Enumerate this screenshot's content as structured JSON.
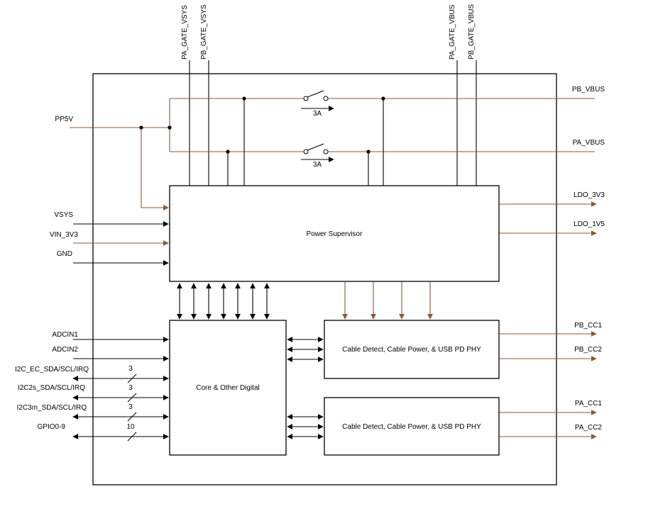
{
  "colors": {
    "power_line": "#8a5a36",
    "signal_line": "#000000",
    "background": "#ffffff"
  },
  "blocks": {
    "power_supervisor": "Power Supervisor",
    "core_digital": "Core & Other Digital",
    "pd_phy_top": "Cable Detect, Cable Power, & USB PD PHY",
    "pd_phy_bottom": "Cable Detect, Cable Power, & USB PD PHY"
  },
  "top_pins": {
    "pa_gate_vsys": "PA_GATE_VSYS",
    "pb_gate_vsys": "PB_GATE_VSYS",
    "pa_gate_vbus": "PA_GATE_VBUS",
    "pb_gate_vbus": "PB_GATE_VBUS"
  },
  "left_pins": {
    "pp5v": "PP5V",
    "vsys": "VSYS",
    "vin_3v3": "VIN_3V3",
    "gnd": "GND",
    "adcin1": "ADCIN1",
    "adcin2": "ADCIN2",
    "i2c_ec": "I2C_EC_SDA/SCL/IRQ",
    "i2c2s": "I2C2s_SDA/SCL/IRQ",
    "i2c3m": "I2C3m_SDA/SCL/IRQ",
    "gpio": "GPIO0-9"
  },
  "bus_widths": {
    "i2c_ec": "3",
    "i2c2s": "3",
    "i2c3m": "3",
    "gpio": "10"
  },
  "right_pins": {
    "pb_vbus": "PB_VBUS",
    "pa_vbus": "PA_VBUS",
    "ldo_3v3": "LDO_3V3",
    "ldo_1v5": "LDO_1V5",
    "pb_cc1": "PB_CC1",
    "pb_cc2": "PB_CC2",
    "pa_cc1": "PA_CC1",
    "pa_cc2": "PA_CC2"
  },
  "switches": {
    "top_current": "3A",
    "bottom_current": "3A"
  }
}
